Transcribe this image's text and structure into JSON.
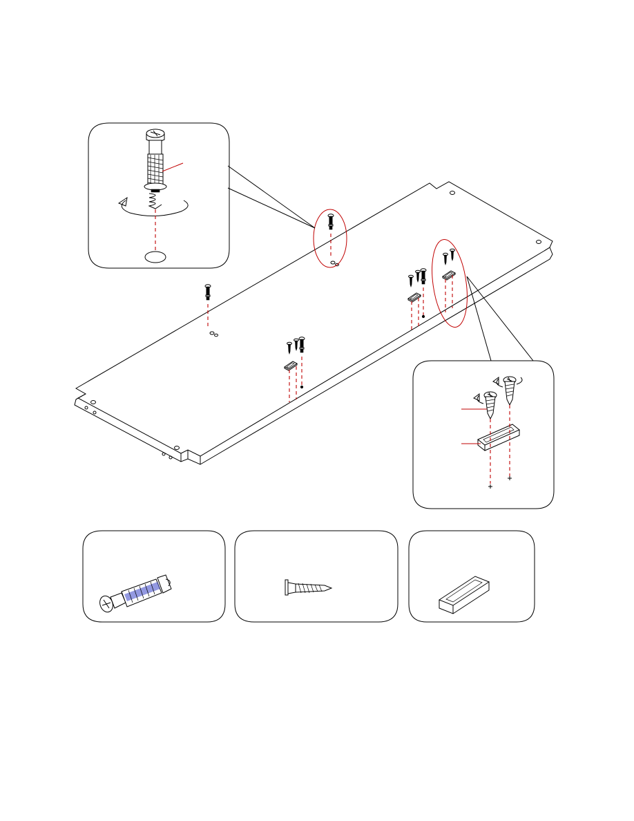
{
  "colors": {
    "line": "#000000",
    "callout": "#c00000",
    "thread_highlight": "#3a46c8",
    "background": "#ffffff"
  },
  "icons": {
    "cam_bolt": "cam-bolt-icon",
    "wood_screw": "wood-screw-icon",
    "bracket": "bracket-icon",
    "rotate_arrow": "rotate-arrow-icon"
  },
  "parts": [
    {
      "id": "cam-bolt",
      "icon": "cam-bolt-icon"
    },
    {
      "id": "wood-screw",
      "icon": "wood-screw-icon"
    },
    {
      "id": "bracket",
      "icon": "bracket-icon"
    }
  ]
}
